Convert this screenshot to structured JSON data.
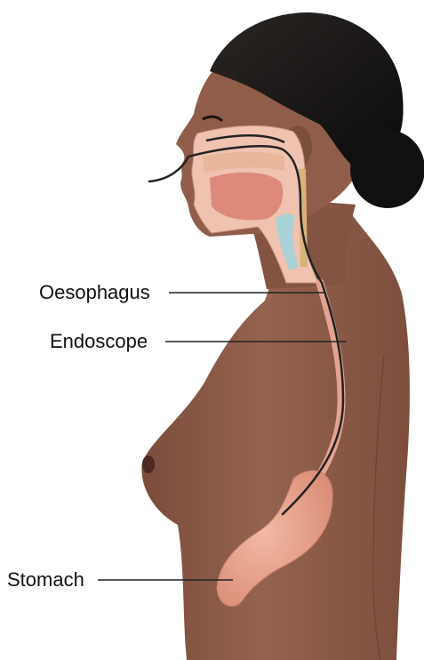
{
  "labels": {
    "oesophagus": "Oesophagus",
    "endoscope": "Endoscope",
    "stomach": "Stomach"
  },
  "colors": {
    "skin": "#8a5a47",
    "skin_shadow": "#6d4435",
    "hair": "#141212",
    "tissue": "#e9a08c",
    "stomach": "#e8a48e",
    "tube": "#222222",
    "leader": "#222222"
  }
}
